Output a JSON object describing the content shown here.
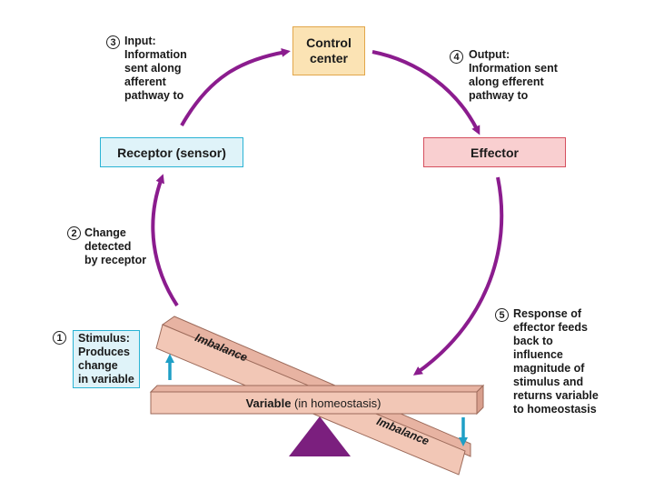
{
  "boxes": {
    "control_line1": "Control",
    "control_line2": "center",
    "receptor": "Receptor (sensor)",
    "effector": "Effector"
  },
  "steps": [
    {
      "number": "1",
      "lines": [
        "Stimulus:",
        "Produces",
        "change",
        "in variable"
      ]
    },
    {
      "number": "2",
      "lines": [
        "Change",
        "detected",
        "by receptor"
      ]
    },
    {
      "number": "3",
      "lines": [
        "Input:",
        "Information",
        "sent along",
        "afferent",
        "pathway to"
      ]
    },
    {
      "number": "4",
      "lines": [
        "Output:",
        "Information sent",
        "along efferent",
        "pathway to"
      ]
    },
    {
      "number": "5",
      "lines": [
        "Response of",
        "effector feeds",
        "back to",
        "influence",
        "magnitude of",
        "stimulus and",
        "returns variable",
        "to homeostasis"
      ]
    }
  ],
  "balance": {
    "beam_label_bold": "Variable",
    "beam_label_rest": " (in homeostasis)",
    "imbalance_left": "Imbalance",
    "imbalance_right": "Imbalance"
  },
  "colors": {
    "arrow": "#8b1c8e",
    "fulcrum": "#7b1f7e",
    "beam_fill": "#f2c7b6",
    "beam_stroke": "#9c6a5a",
    "indicator": "#1f9fc6"
  }
}
